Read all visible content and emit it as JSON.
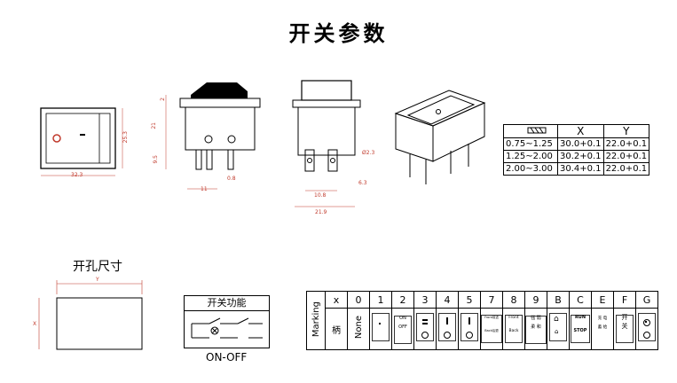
{
  "title": "开关参数",
  "dimensions": {
    "front_width": "32.3",
    "front_height": "25.3",
    "side_top": "2",
    "side_height": "21",
    "side_terminal": "9.5",
    "side_pin_spacing": "11",
    "side_pin_thickness": "0.8",
    "back_hole": "Ø2.3",
    "back_pin_offset": "6.3",
    "back_pin_spacing": "10.8",
    "back_width": "21.9"
  },
  "spec_table": {
    "headers": [
      "X",
      "Y"
    ],
    "rows": [
      {
        "range": "0.75~1.25",
        "x": "30.0+0.1",
        "y": "22.0+0.1"
      },
      {
        "range": "1.25~2.00",
        "x": "30.2+0.1",
        "y": "22.0+0.1"
      },
      {
        "range": "2.00~3.00",
        "x": "30.4+0.1",
        "y": "22.0+0.1"
      }
    ]
  },
  "cutout": {
    "label": "开孔尺寸",
    "y_label": "Y",
    "x_label": "X"
  },
  "switch_function": {
    "label": "开关功能",
    "mode": "ON-OFF"
  },
  "marking_table": {
    "row_label": "Marking",
    "x_label": "x",
    "handle_label": "柄",
    "codes": [
      "0",
      "1",
      "2",
      "3",
      "4",
      "5",
      "7",
      "8",
      "9",
      "B",
      "C",
      "E",
      "F",
      "G"
    ],
    "symbols": {
      "none": "None",
      "on": "ON",
      "off": "OFF",
      "front": "Front",
      "back": "Back",
      "front_cn": "前进",
      "back_cn": "后退",
      "strong": "强",
      "weak": "弱",
      "soft": "柔",
      "and": "和",
      "run": "RUN",
      "stop": "STOP",
      "charge": "充",
      "electric": "电",
      "fill": "蓄",
      "supply": "给",
      "open": "开",
      "close": "关"
    }
  }
}
